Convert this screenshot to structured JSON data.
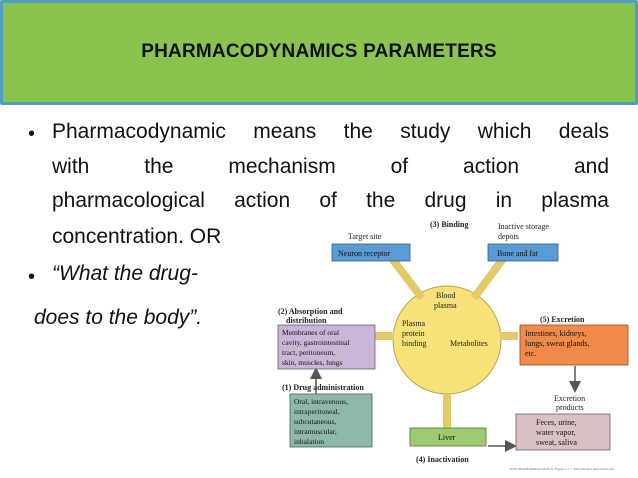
{
  "slide": {
    "title": "PHARMACODYNAMICS  PARAMETERS",
    "bullet_symbol": "•",
    "bullet1_lines": [
      "Pharmacodynamic means the study which deals",
      "with the mechanism of action and",
      "pharmacological action of the drug in plasma",
      "concentration. OR"
    ],
    "bullet2_line1": "“What the drug-",
    "bullet2_line2": "does to the body”."
  },
  "figure": {
    "binding_title": "(3) Binding",
    "target_site": "Target site",
    "inactive_storage_1": "Inactive storage",
    "inactive_storage_2": "depots",
    "neuron_receptor": "Neuron receptor",
    "bone_fat": "Bone and fat",
    "blood_plasma_1": "Blood",
    "blood_plasma_2": "plasma",
    "absorption_title_1": "(2) Absorption and",
    "absorption_title_2": "distribution",
    "absorption_box": [
      "Membranes of oral",
      "cavity, gastrointestinal",
      "tract, peritoneum,",
      "skin, muscles, lungs"
    ],
    "plasma_protein": [
      "Plasma",
      "protein",
      "binding"
    ],
    "metabolites": "Metabolites",
    "excretion_title": "(5) Excretion",
    "excretion_box": [
      "Intestines, kidneys,",
      "lungs, sweat glands,",
      "etc."
    ],
    "administration_title": "(1) Drug administration",
    "administration_box": [
      "Oral, intravenous,",
      "intraperitoneal,",
      "subcutaneous,",
      "intramuscular,",
      "inhalation"
    ],
    "excretion_products_1": "Excretion",
    "excretion_products_2": "products",
    "products_box": [
      "Feces, urine,",
      "water vapor,",
      "sweat, saliva"
    ],
    "liver": "Liver",
    "inactivation_title": "(4) Inactivation",
    "credit": "PSYCHOPHARMACOLOGY, Figure 1.1 © 2005 Sinauer Associates, Inc.",
    "colors": {
      "box_blue": "#5b9bd5",
      "box_purple": "#c9b6d6",
      "box_teal": "#8fb8ad",
      "box_orange": "#f08a4b",
      "box_green": "#9ecb72",
      "box_pink": "#d8c2c4",
      "circle": "#f7e27a",
      "arrow": "#c9a94a"
    }
  }
}
